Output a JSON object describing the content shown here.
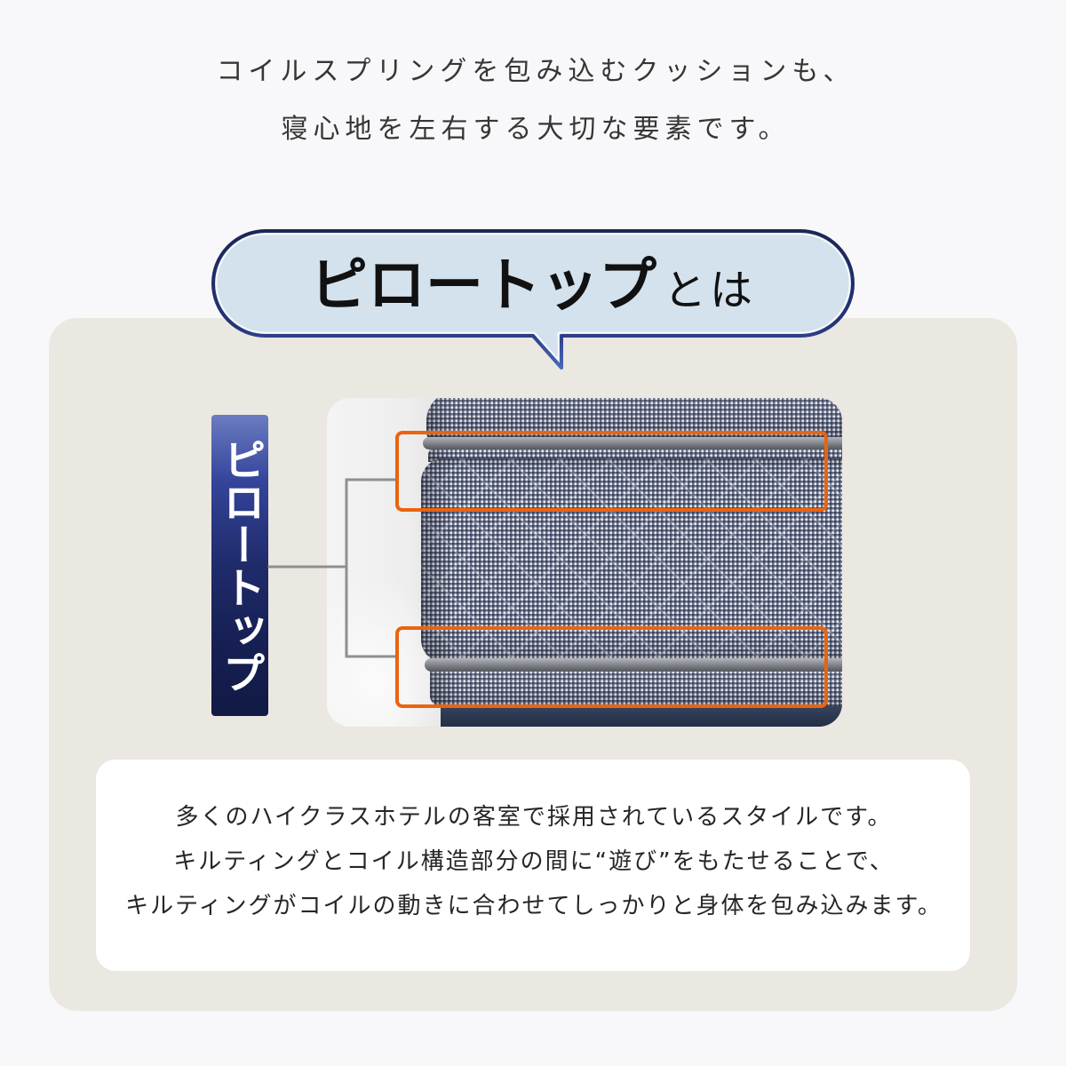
{
  "headline": {
    "line1": "コイルスプリングを包み込むクッションも、",
    "line2": "寝心地を左右する大切な要素です。"
  },
  "bubble": {
    "term": "ピロートップ",
    "suffix": "とは"
  },
  "diagram": {
    "label": "ピロートップ"
  },
  "description": {
    "lines": [
      "多くのハイクラスホテルの客室で採用されているスタイルです。",
      "キルティングとコイル構造部分の間に“遊び”をもたせることで、",
      "キルティングがコイルの動きに合わせてしっかりと身体を包み込みます。"
    ]
  },
  "colors": {
    "background": "#f8f8fa",
    "panel": "#ebe7e1",
    "bubble": "#d4e2ed",
    "navy": "#1b2657",
    "highlight": "#e9640f",
    "connector": "#8f8f8f",
    "card": "#ffffff"
  }
}
